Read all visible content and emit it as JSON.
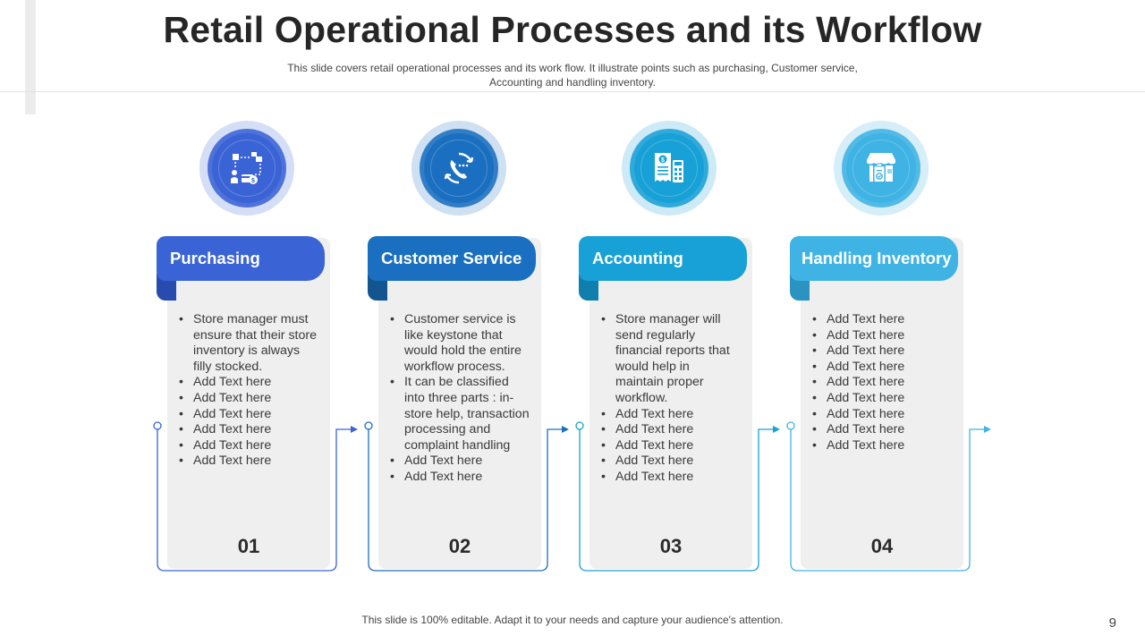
{
  "slide": {
    "title": "Retail Operational Processes and its Workflow",
    "subtitle": "This slide covers retail operational processes and its work flow. It illustrate points such as purchasing, Customer service, Accounting and handling inventory.",
    "footer": "This slide is 100% editable. Adapt it to your needs and capture your audience's attention.",
    "page_number": "9"
  },
  "colors": {
    "purchasing": "#3a63d6",
    "customer_service": "#1a6fc0",
    "accounting": "#18a1d6",
    "handling_inventory": "#3fb3e4",
    "ring_1": "#d4def6",
    "ring_2": "#cfe0f2",
    "ring_3": "#cdeaf6",
    "ring_4": "#d5eef8",
    "panel": "#efefef"
  },
  "steps": [
    {
      "title": "Purchasing",
      "number": "01",
      "icon": "purchase-flow-icon",
      "bullets": [
        "Store manager must ensure that their store inventory is always filly stocked.",
        "Add Text here",
        "Add Text here",
        "Add Text here",
        "Add Text here",
        "Add Text here",
        "Add Text here"
      ]
    },
    {
      "title": "Customer Service",
      "number": "02",
      "icon": "phone-support-icon",
      "bullets": [
        "Customer service is like keystone that would hold  the entire workflow process.",
        "It can be classified into three parts : in-store help, transaction processing and complaint handling",
        "Add Text here",
        "Add Text here"
      ]
    },
    {
      "title": "Accounting",
      "number": "03",
      "icon": "finance-report-icon",
      "bullets": [
        "Store manager will send regularly financial reports that would help in maintain proper workflow.",
        "Add Text here",
        "Add Text here",
        "Add Text here",
        "Add Text here",
        "Add Text here"
      ]
    },
    {
      "title": "Handling Inventory",
      "number": "04",
      "icon": "store-inventory-icon",
      "bullets": [
        "Add Text here",
        "Add Text here",
        "Add Text here",
        "Add Text here",
        "Add Text here",
        "Add Text here",
        "Add Text here",
        "Add Text here",
        "Add Text here"
      ]
    }
  ]
}
